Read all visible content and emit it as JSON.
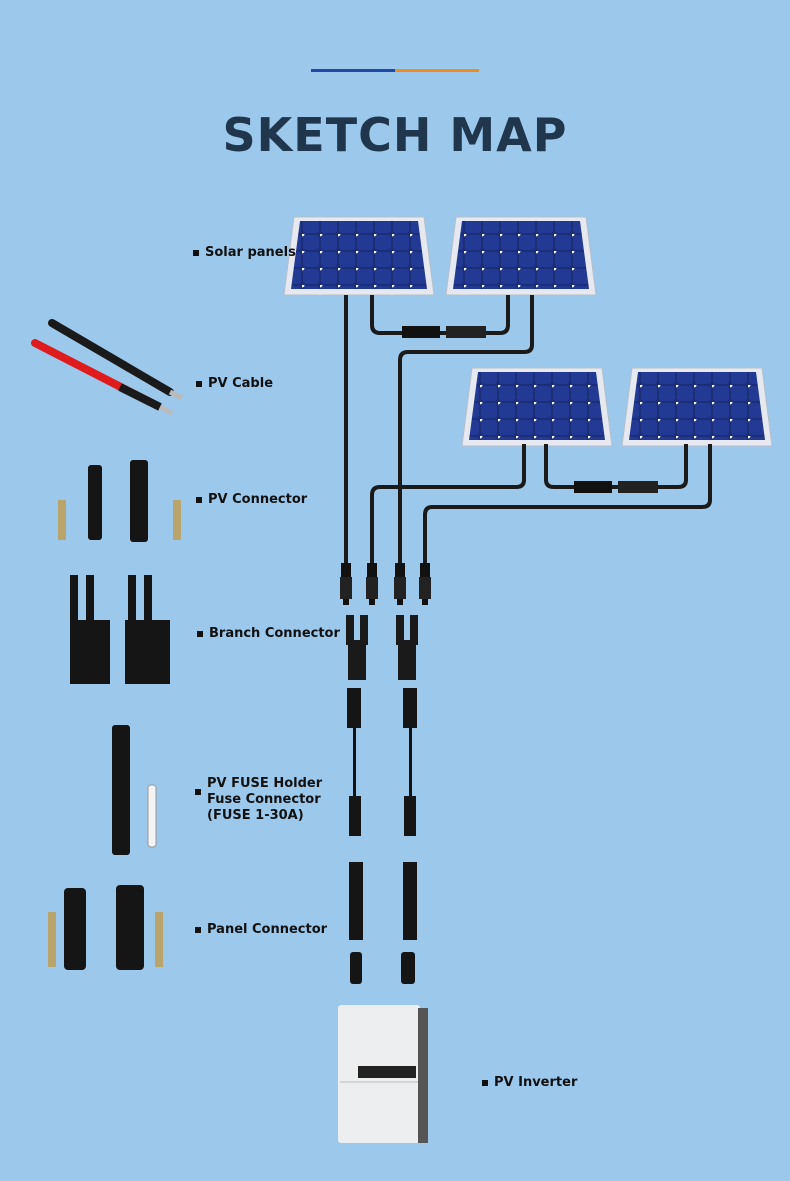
{
  "title": "SKETCH MAP",
  "colors": {
    "background": "#9cc8ec",
    "accent_blue": "#1f4aa8",
    "accent_orange": "#f08c1c",
    "title": "#1f364d"
  },
  "labels": {
    "solar_panels": "Solar panels",
    "pv_cable": "PV Cable",
    "pv_connector": "PV Connector",
    "branch_connector": "Branch Connector",
    "fuse_line1": "PV FUSE Holder",
    "fuse_line2": "Fuse Connector",
    "fuse_line3": "(FUSE 1-30A)",
    "panel_connector": "Panel Connector",
    "pv_inverter": "PV Inverter"
  }
}
